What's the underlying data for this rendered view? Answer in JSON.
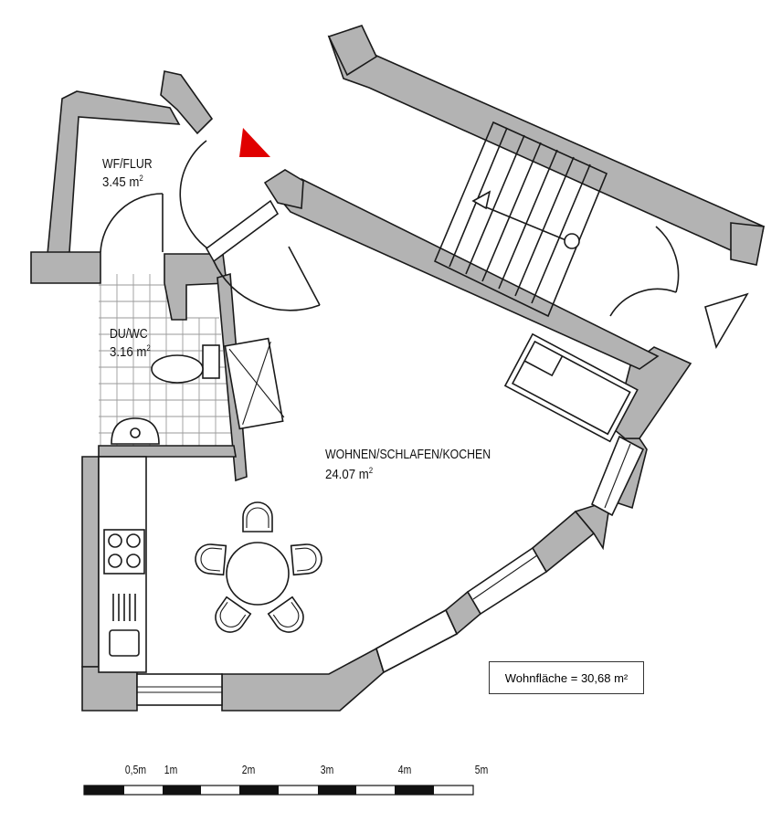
{
  "rooms": [
    {
      "name": "WF/FLUR",
      "area": "3.45 m",
      "unit_sup": "2"
    },
    {
      "name": "DU/WC",
      "area": "3.16 m",
      "unit_sup": "2"
    },
    {
      "name": "WOHNEN/SCHLAFEN/KOCHEN",
      "area": "24.07 m",
      "unit_sup": "2"
    }
  ],
  "area_box": {
    "label": "Wohnfläche = 30,68 m²"
  },
  "scale_bar": {
    "ticks": [
      "0,5m",
      "1m",
      "2m",
      "3m",
      "4m",
      "5m"
    ]
  },
  "colors": {
    "wall_fill": "#b3b3b3",
    "line": "#1a1a1a",
    "entrance_marker": "#e00000",
    "tile_grid": "#9a9a9a"
  },
  "icons": {
    "entrance_marker": "red-triangle",
    "staircase_marker": "outline-triangle"
  }
}
